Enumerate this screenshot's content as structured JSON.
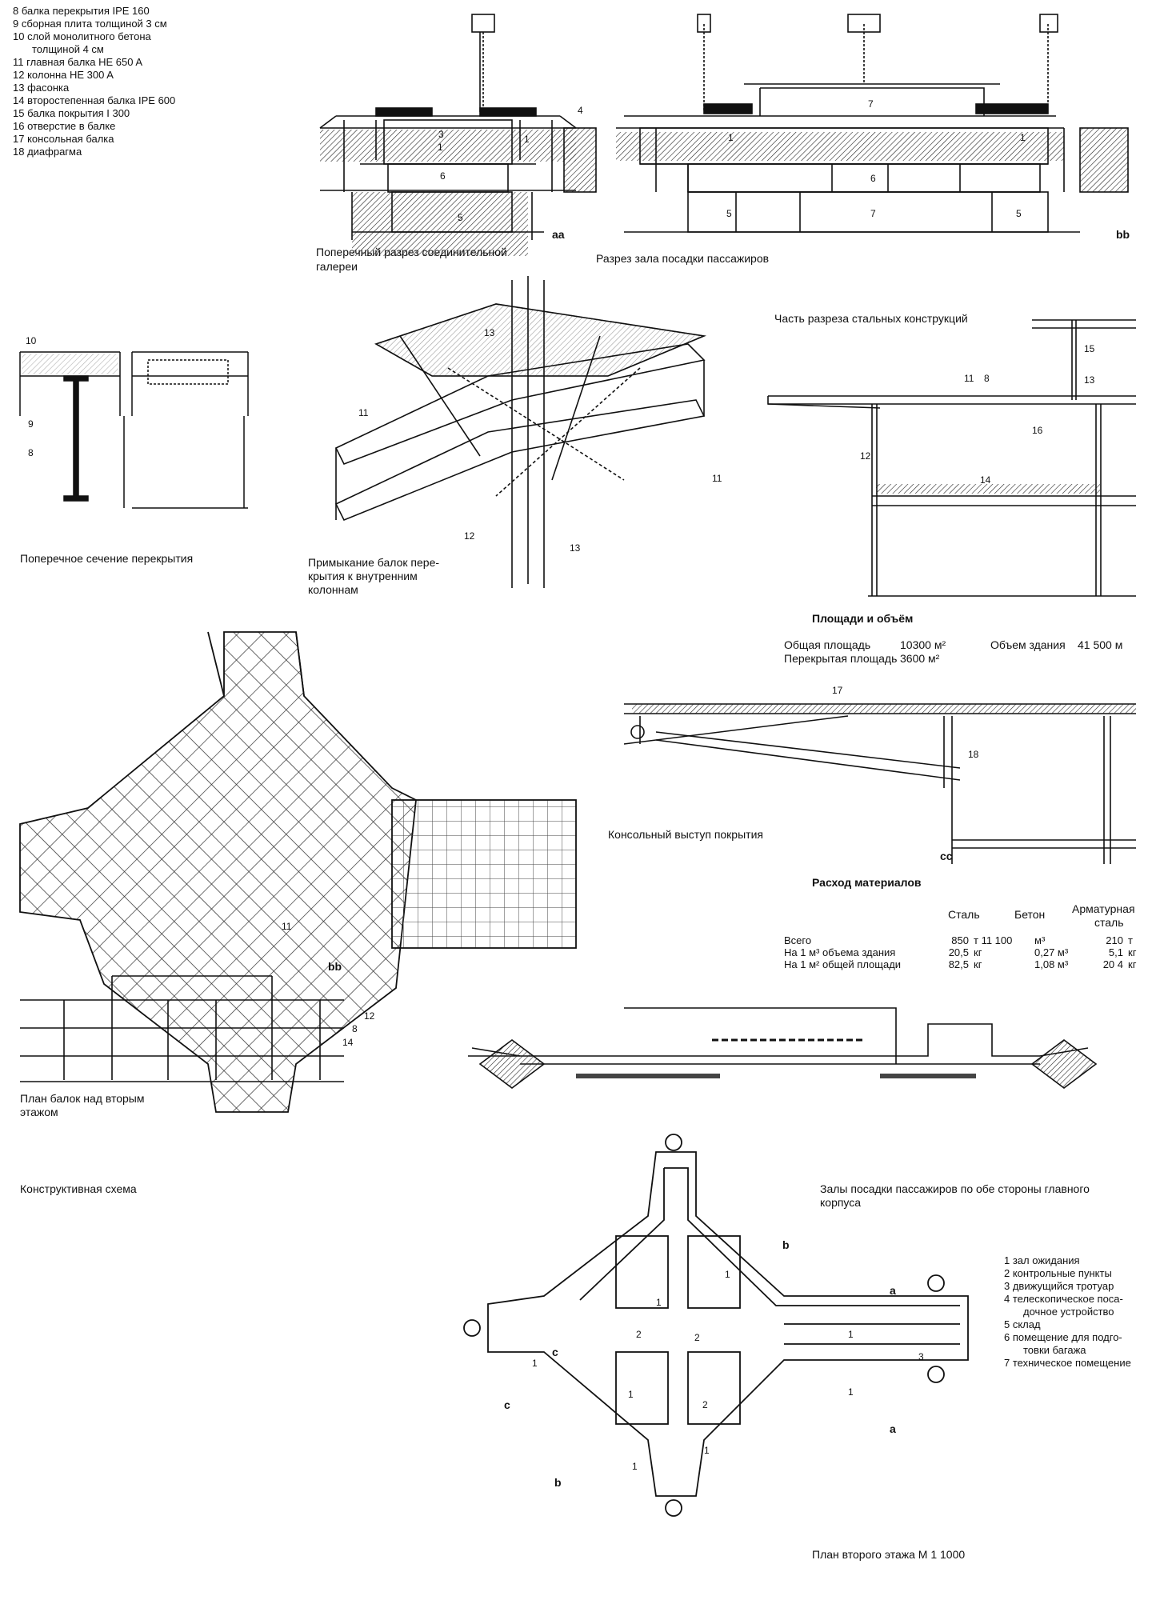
{
  "legend_top": [
    "8 балка перекрытия IPE 160",
    "9 сборная плита толщиной 3 см",
    "10 слой монолитного бетона",
    "толщиной 4 см",
    "11 главная балка HE 650 A",
    "12 колонна HE 300 A",
    "13 фасонка",
    "14 второстепенная балка IPE 600",
    "15 балка покрытия I 300",
    "16 отверстие в балке",
    "17 консольная балка",
    "18 диафрагма"
  ],
  "legend_rooms": [
    "1 зал ожидания",
    "2 контрольные пункты",
    "3 движущийся тротуар",
    "4 телескопическое поса-",
    "дочное устройство",
    "5 склад",
    "6 помещение для подго-",
    "товки багажа",
    "7 техническое помещение"
  ],
  "captions": {
    "gallery_section_1": "Поперечный разрез соединительной",
    "gallery_section_2": "галереи",
    "boarding_hall_section": "Разрез зала посадки пассажиров",
    "steel_section": "Часть разреза стальных конструкций",
    "floor_cross_section": "Поперечное сечение перекрытия",
    "beam_joint_1": "Примыкание балок пере-",
    "beam_joint_2": "крытия к внутренним",
    "beam_joint_3": "колоннам",
    "cantilever": "Консольный выступ покрытия",
    "beam_plan_1": "План балок над вторым",
    "beam_plan_2": "этажом",
    "structural_scheme": "Конструктивная схема",
    "halls_1": "Залы посадки пассажиров по обе стороны главного",
    "halls_2": "корпуса",
    "second_floor_plan": "План второго этажа  М 1 1000"
  },
  "section_marks": {
    "aa": "аа",
    "bb": "bb",
    "cc": "cc",
    "a": "a",
    "b": "b",
    "c": "c"
  },
  "areas": {
    "title": "Площади и объём",
    "total_area_label": "Общая площадь",
    "total_area_value": "10300 м²",
    "covered_area_label": "Перекрытая площадь",
    "covered_area_value": "3600 м²",
    "volume_label": "Объем здания",
    "volume_value": "41 500 м"
  },
  "materials": {
    "title": "Расход материалов",
    "headers": [
      "Сталь",
      "Бетон",
      "Арматурная",
      "сталь"
    ],
    "rows": [
      [
        "Всего",
        "850",
        "т 11 100",
        "м³",
        "210",
        "т"
      ],
      [
        "На 1 м³ объема здания",
        "20,5",
        "кг",
        "0,27 м³",
        "5,1",
        "кг"
      ],
      [
        "На 1 м² общей площади",
        "82,5",
        "кг",
        "1,08 м³",
        "20 4",
        "кг"
      ]
    ]
  },
  "labels": {
    "n1": "1",
    "n2": "2",
    "n3": "3",
    "n4": "4",
    "n5": "5",
    "n6": "6",
    "n7": "7",
    "n8": "8",
    "n9": "9",
    "n10": "10",
    "n11": "11",
    "n12": "12",
    "n13": "13",
    "n14": "14",
    "n15": "15",
    "n16": "16",
    "n17": "17",
    "n18": "18"
  }
}
